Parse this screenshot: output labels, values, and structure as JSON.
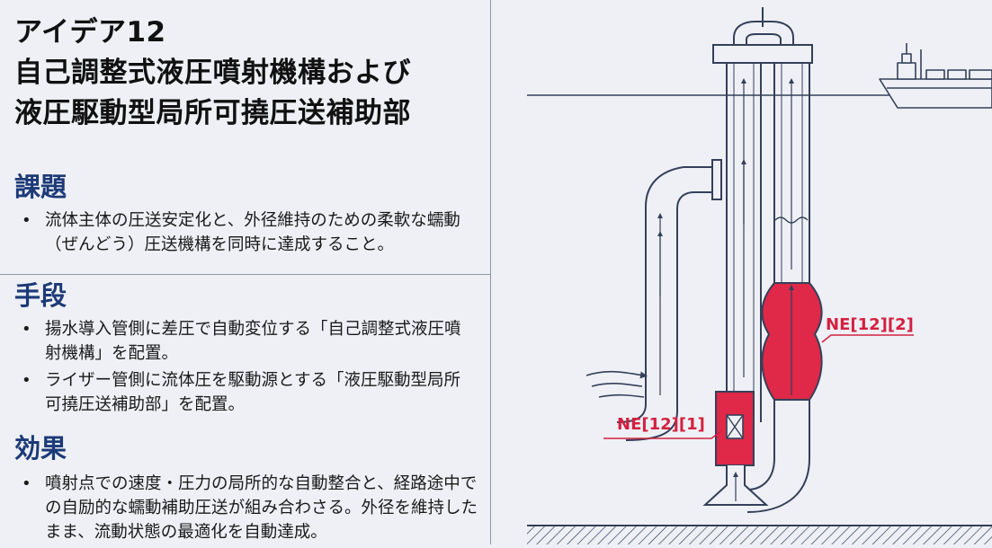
{
  "title": {
    "line1": "アイデア12",
    "line2": "自己調整式液圧噴射機構および",
    "line3": "液圧駆動型局所可撓圧送補助部"
  },
  "sections": [
    {
      "heading": "課題",
      "bullets": [
        "流体主体の圧送安定化と、外径維持のための柔軟な蠕動（ぜんどう）圧送機構を同時に達成すること。"
      ]
    },
    {
      "heading": "手段",
      "bullets": [
        "揚水導入管側に差圧で自動変位する「自己調整式液圧噴射機構」を配置。",
        "ライザー管側に流体圧を駆動源とする「液圧駆動型局所可撓圧送補助部」を配置。"
      ]
    },
    {
      "heading": "効果",
      "bullets": [
        "噴射点での速度・圧力の局所的な自動整合と、経路途中での自励的な蠕動補助圧送が組み合わさる。外径を維持したまま、流動状態の最適化を自動達成。"
      ]
    }
  ],
  "diagram": {
    "label_1": "NE[12][1]",
    "label_2": "NE[12][2]",
    "colors": {
      "accent": "#d42040",
      "accent_fill": "#e02848",
      "line": "#34405a",
      "background": "#eef0f5"
    }
  }
}
